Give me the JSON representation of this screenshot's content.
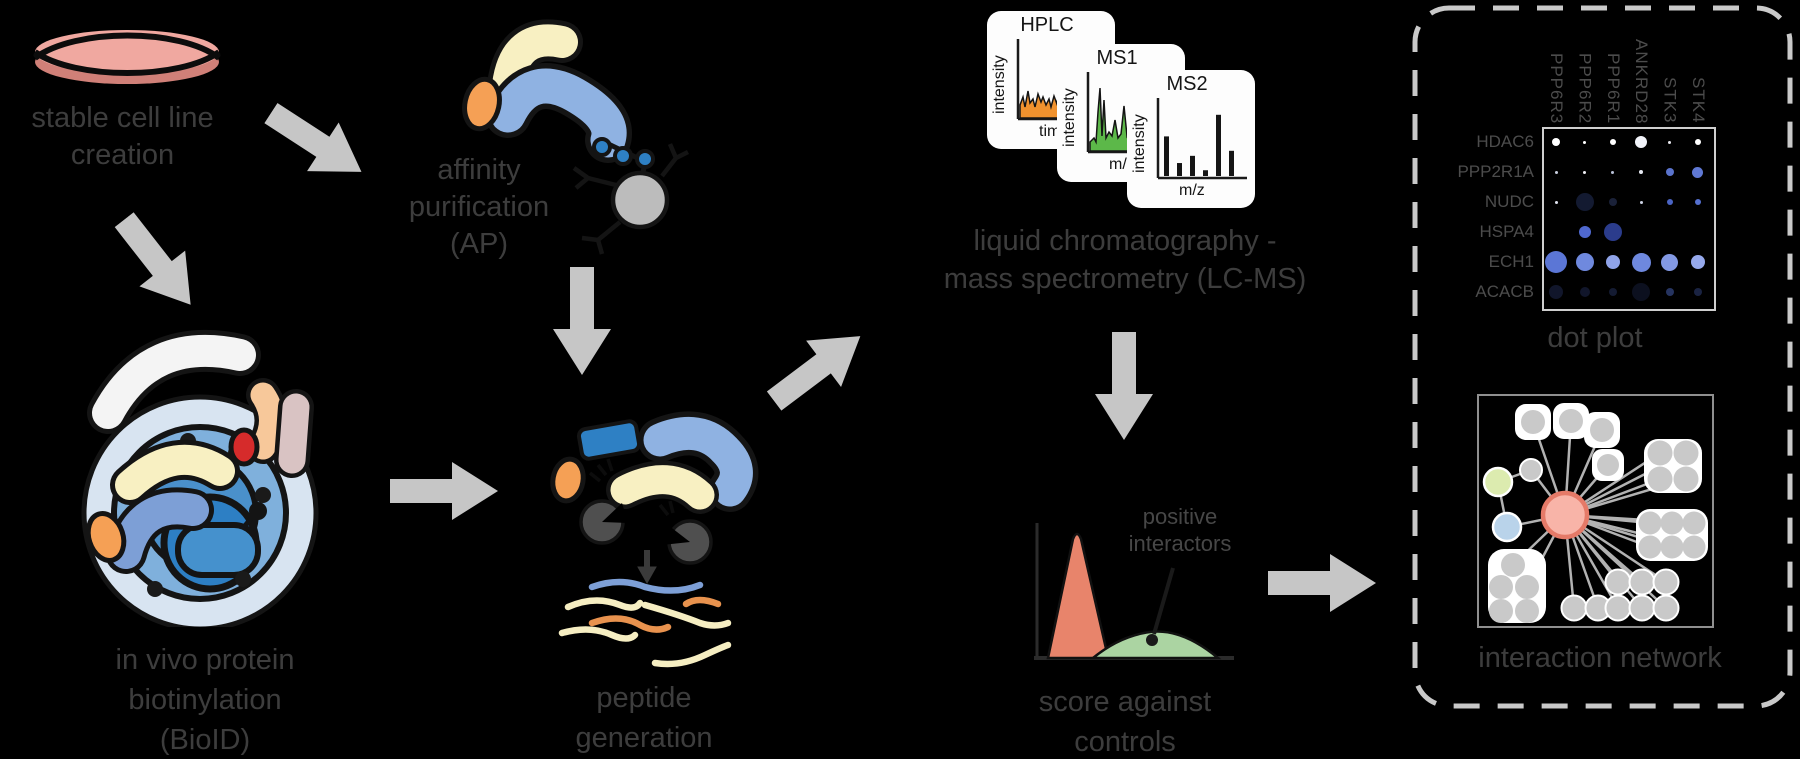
{
  "figure": {
    "background": "#000000",
    "steps": {
      "cell_line": {
        "caption_lines": [
          "stable cell line",
          "creation"
        ]
      },
      "ap": {
        "caption_lines": [
          "affinity",
          "purification",
          "(AP)"
        ]
      },
      "bioid": {
        "caption_lines": [
          "in vivo protein",
          "biotinylation",
          "(BioID)"
        ]
      },
      "peptide": {
        "caption_lines": [
          "peptide",
          "generation"
        ]
      },
      "lcms": {
        "caption_lines": [
          "liquid chromatography -",
          "mass spectrometry (LC-MS)"
        ],
        "cards": [
          {
            "title": "HPLC",
            "ylabel": "intensity",
            "xlabel": "time"
          },
          {
            "title": "MS1",
            "ylabel": "intensity",
            "xlabel": "m/z"
          },
          {
            "title": "MS2",
            "ylabel": "intensity",
            "xlabel": "m/z"
          }
        ]
      },
      "score": {
        "caption_lines": [
          "score against",
          "controls"
        ],
        "annotation_lines": [
          "positive",
          "interactors"
        ]
      },
      "dot_plot": {
        "caption": "dot plot"
      },
      "network": {
        "caption": "interaction network"
      }
    },
    "colors": {
      "petri_pink": "#f0a8a0",
      "arrow_gray": "#c6c6c6",
      "hplc_trace": "#f0922e",
      "ms1_trace": "#5cb849",
      "score_control": "#e8846b",
      "score_positive": "#abd4a2",
      "network_hub": "#f8b4a8",
      "network_hub_border": "#e57a68",
      "node_green": "#dcebaf",
      "node_blue": "#b9d3ea",
      "node_gray": "#c9c9c9",
      "dashed_border": "#c9c9c9",
      "caption_text": "#3d3d3d"
    }
  },
  "chart_data": [
    {
      "id": "dot_plot",
      "type": "scatter",
      "title": "dot plot",
      "columns": [
        "PPP6R3",
        "PPP6R2",
        "PPP6R1",
        "ANKRD28",
        "STK3",
        "STK4"
      ],
      "rows": [
        "HDAC6",
        "PPP2R1A",
        "NUDC",
        "HSPA4",
        "ECH1",
        "ACACB"
      ],
      "encoding": "each cell is [radius_px, color]; dot size and blue brightness encode interaction intensity; radius 0 = absent",
      "dots": [
        [
          [
            4,
            "#ffffff"
          ],
          [
            1.5,
            "#ffffff"
          ],
          [
            3,
            "#ffffff"
          ],
          [
            6,
            "#f2f4fa"
          ],
          [
            1.5,
            "#e8e8ee"
          ],
          [
            3,
            "#ffffff"
          ]
        ],
        [
          [
            1.5,
            "#c8cede"
          ],
          [
            1.5,
            "#eeeef4"
          ],
          [
            1.5,
            "#b8c0d6"
          ],
          [
            2,
            "#e6e9f2"
          ],
          [
            4,
            "#5a73cc"
          ],
          [
            5.5,
            "#5f78d4"
          ]
        ],
        [
          [
            1.5,
            "#dfe3ee"
          ],
          [
            9,
            "#131a31"
          ],
          [
            4,
            "#1a2138"
          ],
          [
            1.5,
            "#cdd3e4"
          ],
          [
            3,
            "#4a64c4"
          ],
          [
            3,
            "#5570cf"
          ]
        ],
        [
          [
            0,
            ""
          ],
          [
            6,
            "#4f68cf"
          ],
          [
            9,
            "#2b3c8c"
          ],
          [
            0,
            ""
          ],
          [
            0,
            ""
          ],
          [
            0,
            ""
          ]
        ],
        [
          [
            11,
            "#5b76d6"
          ],
          [
            9,
            "#6f89de"
          ],
          [
            7,
            "#8fa3e8"
          ],
          [
            9.5,
            "#6e88de"
          ],
          [
            8.5,
            "#8399e4"
          ],
          [
            7,
            "#96a9ec"
          ]
        ],
        [
          [
            7,
            "#11162b"
          ],
          [
            5,
            "#11162b"
          ],
          [
            4,
            "#141b32"
          ],
          [
            9,
            "#0c101f"
          ],
          [
            4,
            "#263460"
          ],
          [
            4,
            "#1a2342"
          ]
        ]
      ]
    },
    {
      "id": "score_distributions",
      "type": "area",
      "title": "score against controls",
      "series": [
        {
          "name": "controls",
          "color": "#e8846b"
        },
        {
          "name": "positive interactors",
          "color": "#abd4a2"
        }
      ],
      "annotation": "positive interactors"
    },
    {
      "id": "hplc",
      "type": "area",
      "title": "HPLC",
      "xlabel": "time",
      "ylabel": "intensity",
      "color": "#f0922e"
    },
    {
      "id": "ms1",
      "type": "area",
      "title": "MS1",
      "xlabel": "m/z",
      "ylabel": "intensity",
      "color": "#5cb849"
    },
    {
      "id": "ms2",
      "type": "bar",
      "title": "MS2",
      "xlabel": "m/z",
      "ylabel": "intensity",
      "values": [
        0.55,
        0.18,
        0.28,
        0.08,
        0.85,
        0.35
      ],
      "color": "#151515"
    }
  ]
}
